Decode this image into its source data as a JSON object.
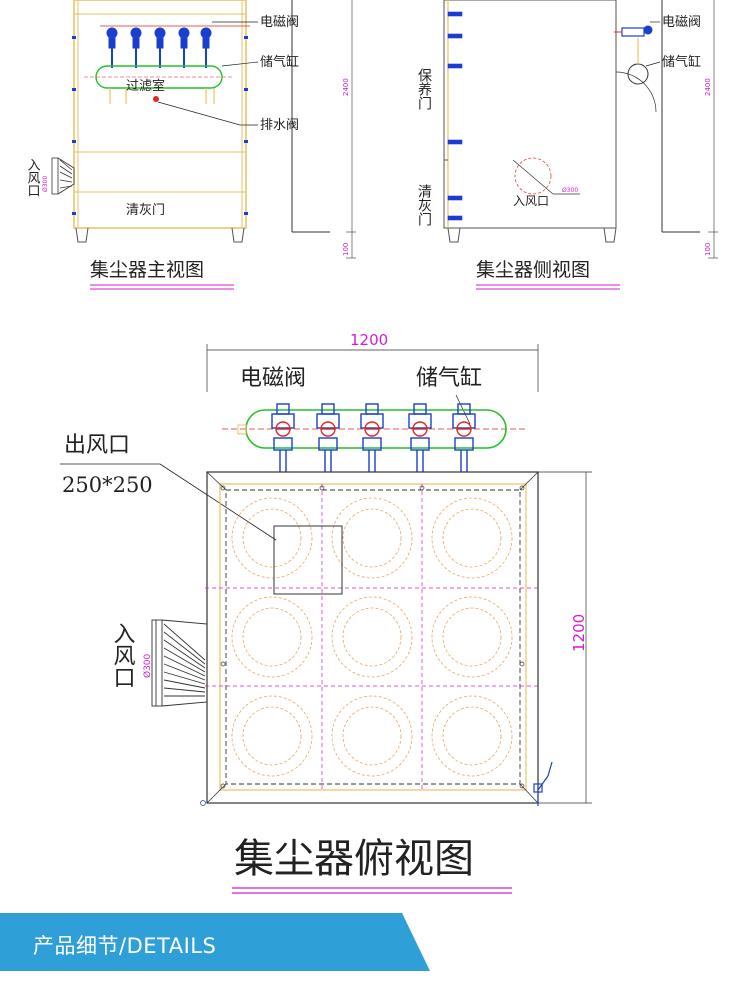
{
  "front_view": {
    "caption": "集尘器主视图",
    "labels": {
      "solenoid_valve": "电磁阀",
      "air_tank": "储气缸",
      "filter_chamber": "过滤室",
      "drain_valve": "排水阀",
      "inlet": "入风口",
      "inlet_diameter": "Ø300",
      "ash_door": "清灰门"
    },
    "dims": {
      "height": "2400",
      "leg": "100"
    }
  },
  "side_view": {
    "caption": "集尘器侧视图",
    "labels": {
      "solenoid_valve": "电磁阀",
      "air_tank": "储气缸",
      "maintenance_door": "保养门",
      "ash_door": "清灰门",
      "inlet": "入风口",
      "inlet_diameter": "Ø300"
    },
    "dims": {
      "height": "2400",
      "leg": "100"
    }
  },
  "top_view": {
    "caption": "集尘器俯视图",
    "labels": {
      "solenoid_valve": "电磁阀",
      "air_tank": "储气缸",
      "outlet": "出风口",
      "outlet_size": "250*250",
      "inlet": "入风口",
      "inlet_diameter": "Ø300"
    },
    "dims": {
      "width": "1200",
      "depth": "1200"
    }
  },
  "banner": {
    "title": "产品细节/DETAILS"
  },
  "colors": {
    "frame": "#e8c060",
    "dimension": "#d21dd2",
    "valve": "#1a3fcf",
    "valve_accent": "#e0281e",
    "tank": "#23c228",
    "caption_underline": "#d21dd2",
    "banner": "#2f9fd8",
    "banner_dark": "#1b7cb8"
  }
}
